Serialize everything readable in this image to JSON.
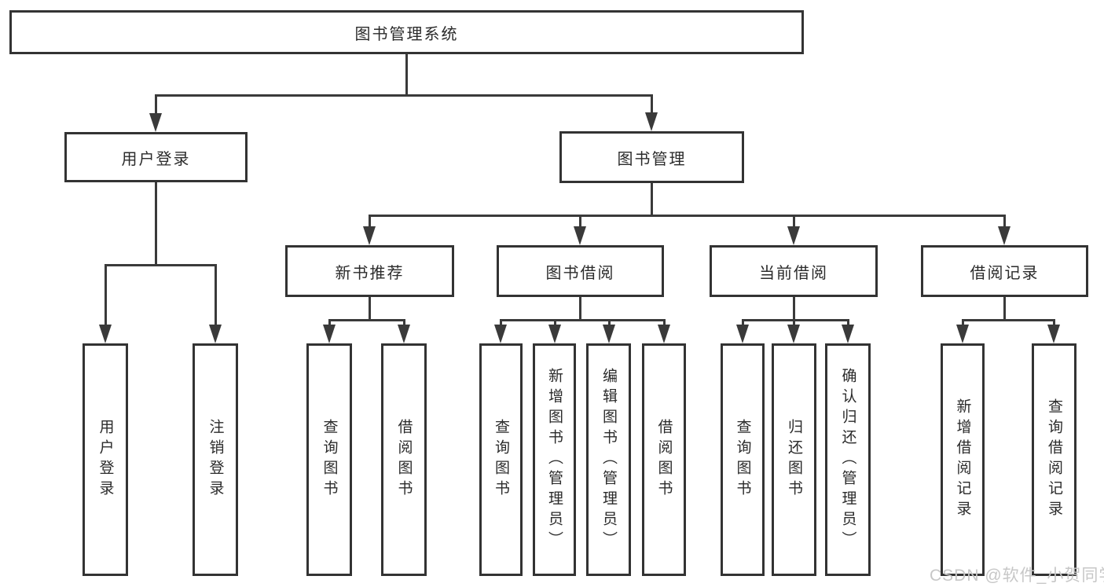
{
  "tree": {
    "label": "图书管理系统",
    "children": [
      {
        "label": "用户登录",
        "children": [
          {
            "label": "用户登录"
          },
          {
            "label": "注销登录"
          }
        ]
      },
      {
        "label": "图书管理",
        "children": [
          {
            "label": "新书推荐",
            "children": [
              {
                "label": "查询图书"
              },
              {
                "label": "借阅图书"
              }
            ]
          },
          {
            "label": "图书借阅",
            "children": [
              {
                "label": "查询图书"
              },
              {
                "label": "新增图书（管理员）"
              },
              {
                "label": "编辑图书（管理员）"
              },
              {
                "label": "借阅图书"
              }
            ]
          },
          {
            "label": "当前借阅",
            "children": [
              {
                "label": "查询图书"
              },
              {
                "label": "归还图书"
              },
              {
                "label": "确认归还（管理员）"
              }
            ]
          },
          {
            "label": "借阅记录",
            "children": [
              {
                "label": "新增借阅记录"
              },
              {
                "label": "查询借阅记录"
              }
            ]
          }
        ]
      }
    ]
  },
  "watermark": {
    "text": "CSDN @软件_小贺同学"
  },
  "colors": {
    "line": "#3a3a3a",
    "box_border": "#333333",
    "box_background": "#ffffff",
    "text": "#2b2b2b",
    "watermark": "#c7c7c7"
  }
}
